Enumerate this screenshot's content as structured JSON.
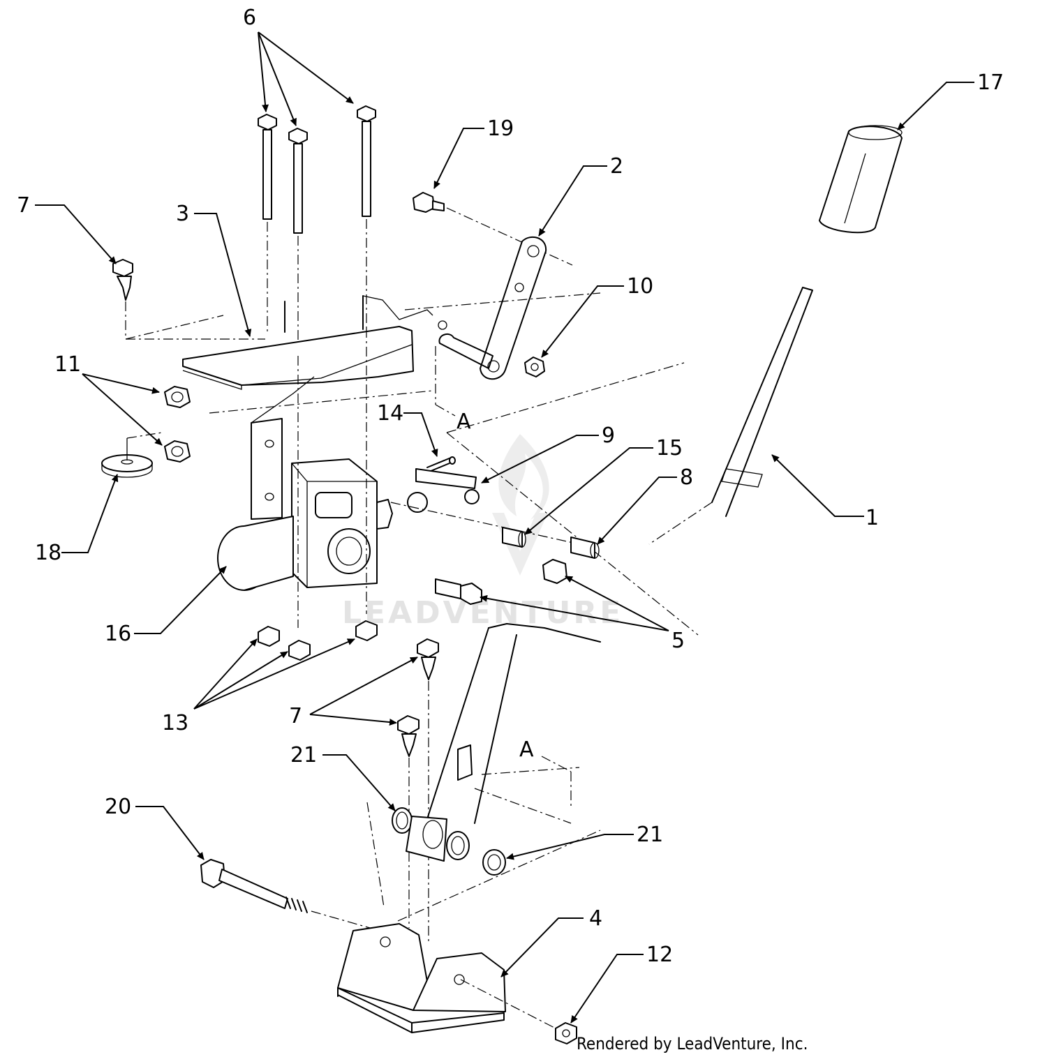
{
  "watermark": "LEADVENTURE",
  "credit": "Rendered by LeadVenture, Inc.",
  "callouts": {
    "c1": "1",
    "c2": "2",
    "c3": "3",
    "c4": "4",
    "c5": "5",
    "c6": "6",
    "c7a": "7",
    "c7b": "7",
    "c8": "8",
    "c9": "9",
    "c10": "10",
    "c11": "11",
    "c12": "12",
    "c13": "13",
    "c14": "14",
    "c15": "15",
    "c16": "16",
    "c17": "17",
    "c18": "18",
    "c19": "19",
    "c20": "20",
    "c21a": "21",
    "c21b": "21",
    "refA1": "A",
    "refA2": "A"
  }
}
